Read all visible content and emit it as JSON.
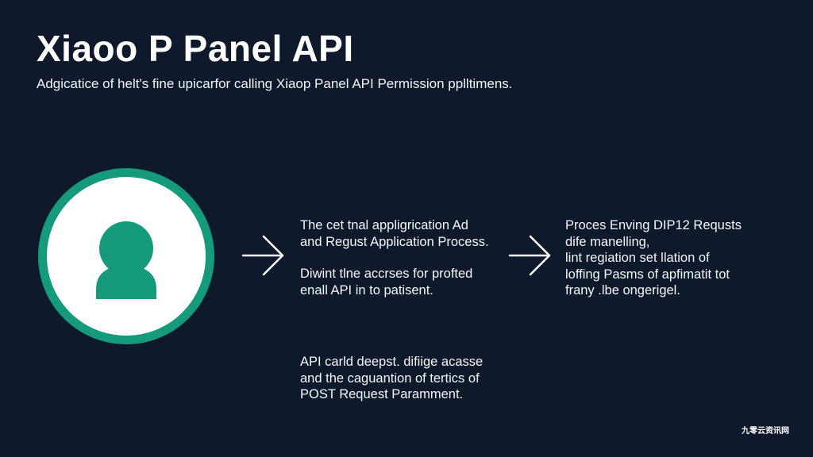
{
  "title": "Xiaoo P Panel API",
  "subtitle": "Adgicatice of helt's fine upicarfor calling Xiaop Panel API Permission pplltimens.",
  "colors": {
    "background": "#0e1a2b",
    "accent": "#159a7b",
    "text": "#ffffff"
  },
  "icons": {
    "avatar": "user-avatar-icon",
    "arrow": "right-arrow-icon"
  },
  "step1": {
    "lines": [
      "The cet tnal appligrication Ad",
      "and Regust Application Process."
    ]
  },
  "step1_detail": {
    "lines": [
      "Diwint tlne accrses for profted",
      "enall API in to patisent."
    ]
  },
  "step2": {
    "lines": [
      "Proces Enving DIP12 Requsts",
      "dife manelling,",
      "lint regiation set llation of",
      "loffing Pasms of apfimatit tot",
      "frany .lbe ongerigel."
    ]
  },
  "note": {
    "lines": [
      "API carld deepst. difiige acasse",
      "and the caguantion of tertics of",
      "POST Request Paramment."
    ]
  },
  "watermark": "九零云资讯网"
}
